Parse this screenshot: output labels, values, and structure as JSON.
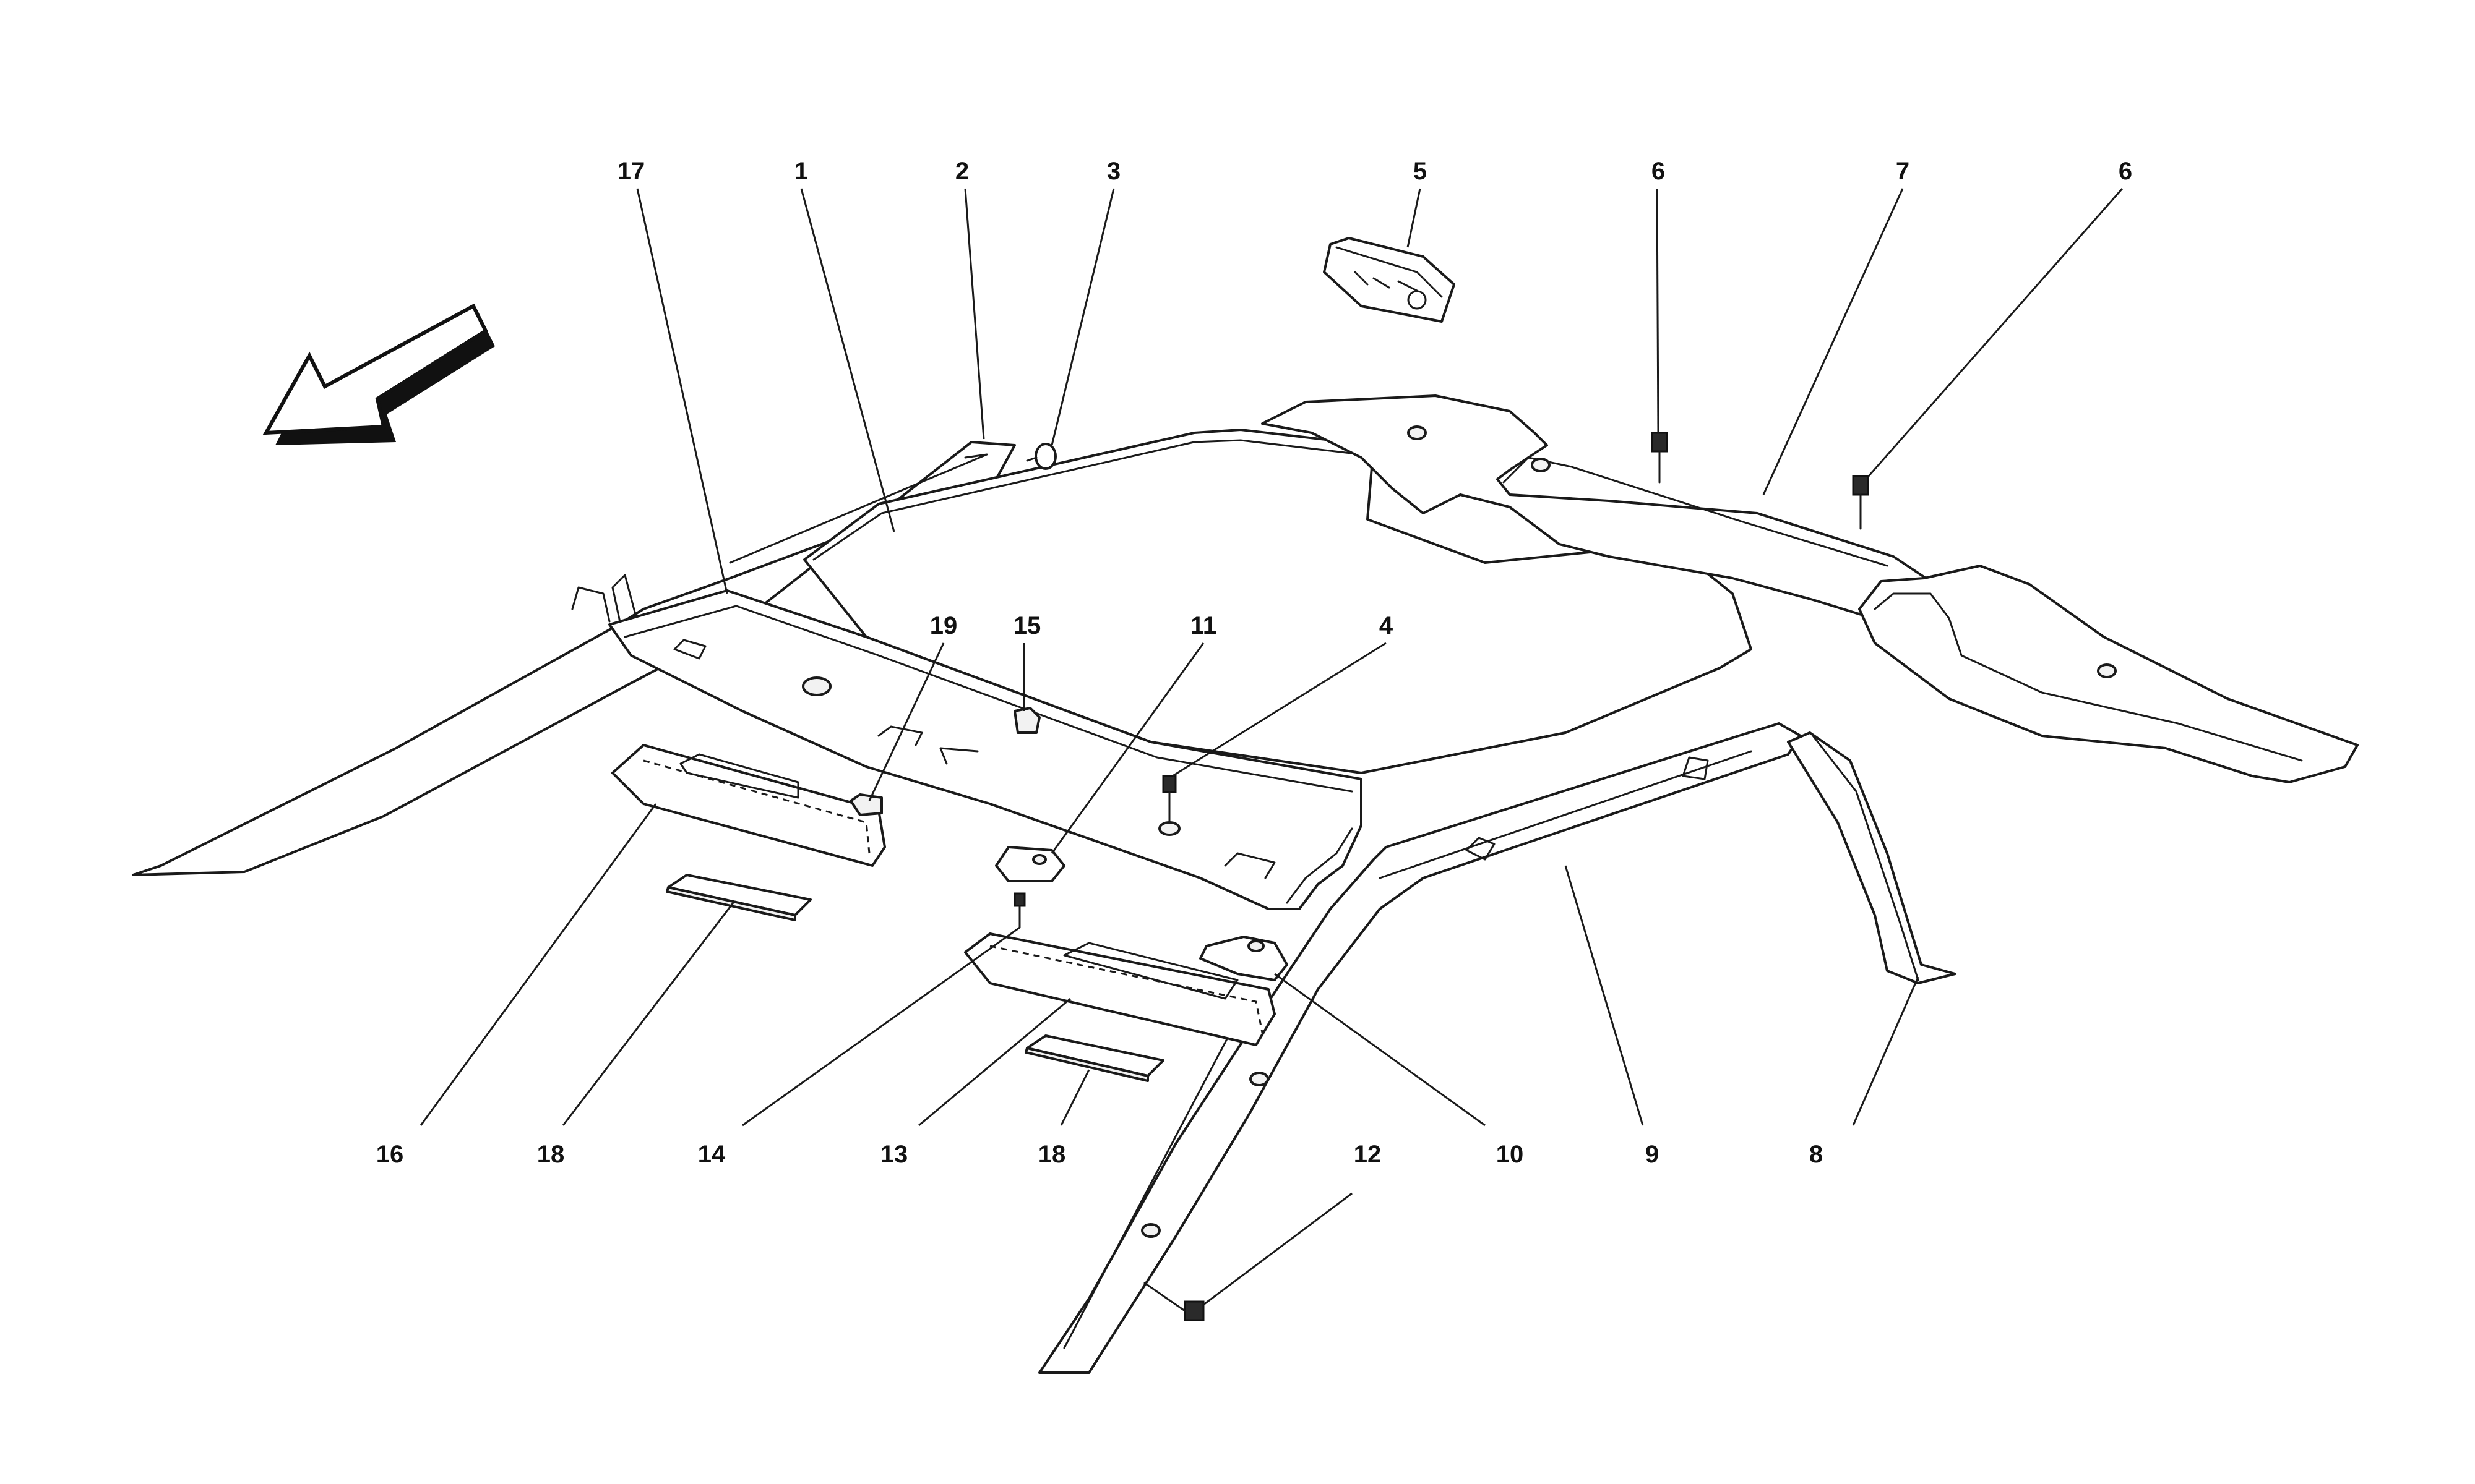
{
  "diagram": {
    "direction_arrow": "front-direction-arrow",
    "callouts": [
      {
        "id": "c17",
        "label": "17"
      },
      {
        "id": "c1",
        "label": "1"
      },
      {
        "id": "c2",
        "label": "2"
      },
      {
        "id": "c3",
        "label": "3"
      },
      {
        "id": "c5",
        "label": "5"
      },
      {
        "id": "c6a",
        "label": "6"
      },
      {
        "id": "c7",
        "label": "7"
      },
      {
        "id": "c6b",
        "label": "6"
      },
      {
        "id": "c19",
        "label": "19"
      },
      {
        "id": "c15",
        "label": "15"
      },
      {
        "id": "c11",
        "label": "11"
      },
      {
        "id": "c4",
        "label": "4"
      },
      {
        "id": "c16",
        "label": "16"
      },
      {
        "id": "c18a",
        "label": "18"
      },
      {
        "id": "c14",
        "label": "14"
      },
      {
        "id": "c13",
        "label": "13"
      },
      {
        "id": "c18b",
        "label": "18"
      },
      {
        "id": "c10",
        "label": "10"
      },
      {
        "id": "c9",
        "label": "9"
      },
      {
        "id": "c8",
        "label": "8"
      },
      {
        "id": "c12",
        "label": "12"
      }
    ]
  }
}
